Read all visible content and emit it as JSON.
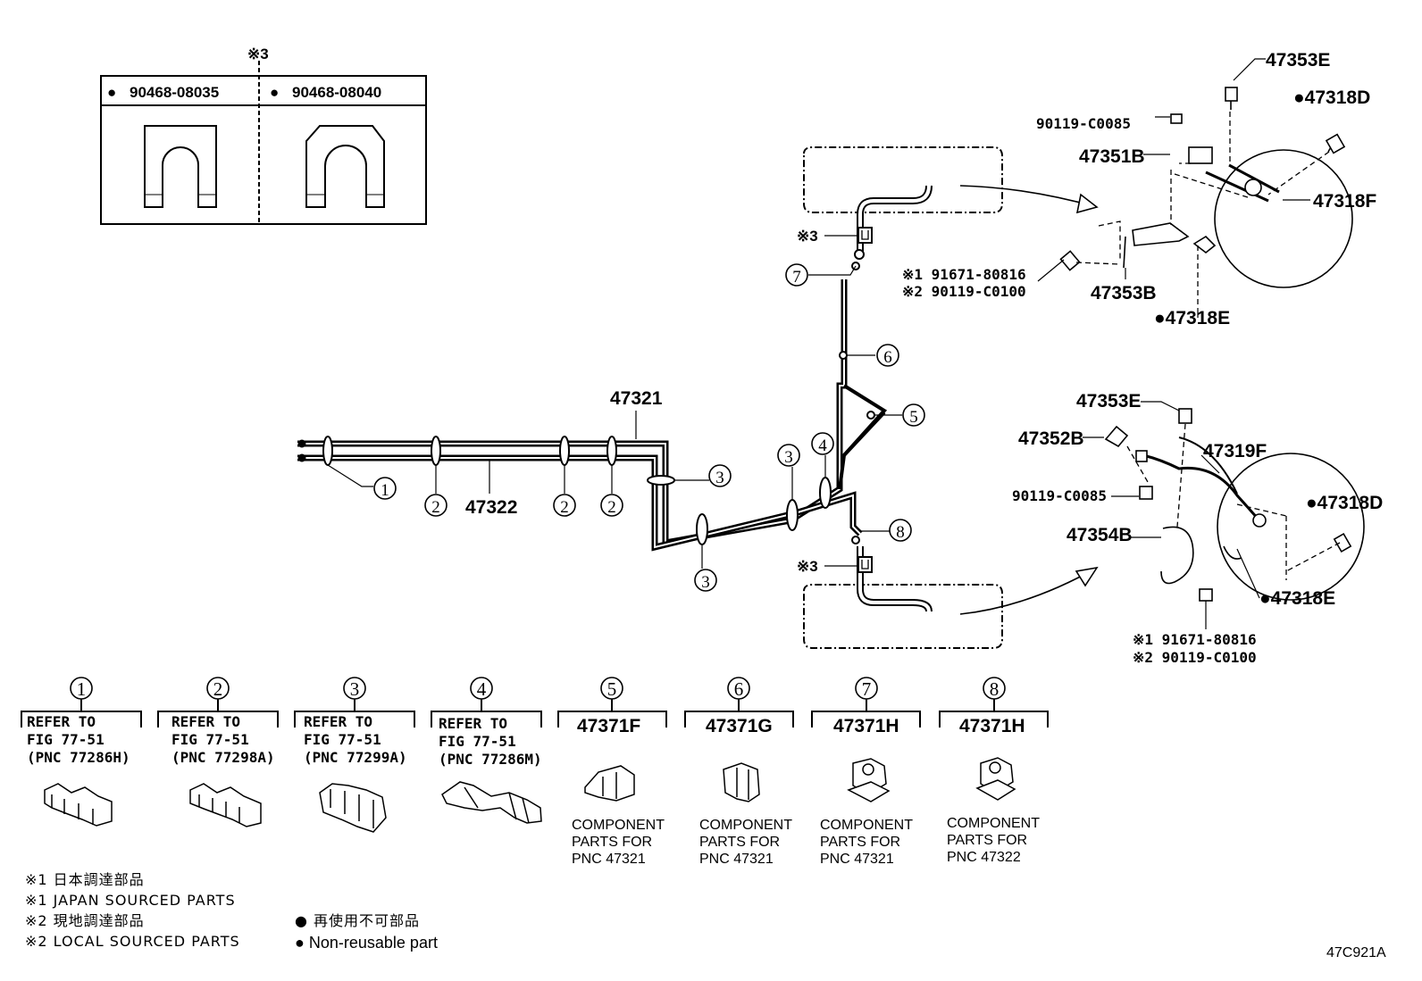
{
  "inset": {
    "mark": "※3",
    "items": [
      {
        "bullet": "●",
        "part": "90468-08035"
      },
      {
        "bullet": "●",
        "part": "90468-08040"
      }
    ]
  },
  "labels": {
    "main_upper": "47321",
    "main_lower": "47322",
    "note3_top": "※3",
    "note3_bottom": "※3",
    "tr_47353E": "47353E",
    "tr_47318D": "●47318D",
    "tr_90119_C0085": "90119-C0085",
    "tr_47351B": "47351B",
    "tr_47318F": "47318F",
    "tr_n1": "※1 91671-80816",
    "tr_n2": "※2 90119-C0100",
    "tr_47353B": "47353B",
    "tr_47318E": "●47318E",
    "br_47353E": "47353E",
    "br_47352B": "47352B",
    "br_47319F": "47319F",
    "br_90119_C0085": "90119-C0085",
    "br_47318D": "●47318D",
    "br_47354B": "47354B",
    "br_47318E": "●47318E",
    "br_n1": "※1 91671-80816",
    "br_n2": "※2 90119-C0100",
    "figure_code": "47C921A"
  },
  "callouts": [
    "①",
    "②",
    "②",
    "②",
    "③",
    "③",
    "③",
    "④",
    "⑤",
    "⑥",
    "⑦",
    "⑧"
  ],
  "legend_items": [
    {
      "num": "①",
      "lines": [
        "REFER TO",
        "FIG 77-51",
        "(PNC 77286H)"
      ]
    },
    {
      "num": "②",
      "lines": [
        "REFER TO",
        "FIG 77-51",
        "(PNC 77298A)"
      ]
    },
    {
      "num": "③",
      "lines": [
        "REFER TO",
        "FIG 77-51",
        "(PNC 77299A)"
      ]
    },
    {
      "num": "④",
      "lines": [
        "REFER TO",
        "FIG 77-51",
        "(PNC 77286M)"
      ]
    },
    {
      "num": "⑤",
      "part": "47371F",
      "lines": [
        "COMPONENT",
        "PARTS FOR",
        "PNC 47321"
      ]
    },
    {
      "num": "⑥",
      "part": "47371G",
      "lines": [
        "COMPONENT",
        "PARTS FOR",
        "PNC 47321"
      ]
    },
    {
      "num": "⑦",
      "part": "47371H",
      "lines": [
        "COMPONENT",
        "PARTS FOR",
        "PNC 47321"
      ]
    },
    {
      "num": "⑧",
      "part": "47371H",
      "lines": [
        "COMPONENT",
        "PARTS FOR",
        "PNC 47322"
      ]
    }
  ],
  "notes": {
    "n1_jp": "※1 日本調達部品",
    "n1_en": "※1 JAPAN SOURCED PARTS",
    "n2_jp": "※2 現地調達部品",
    "n2_en": "※2 LOCAL SOURCED PARTS",
    "nr_jp": "● 再使用不可部品",
    "nr_en": "● Non-reusable part"
  }
}
